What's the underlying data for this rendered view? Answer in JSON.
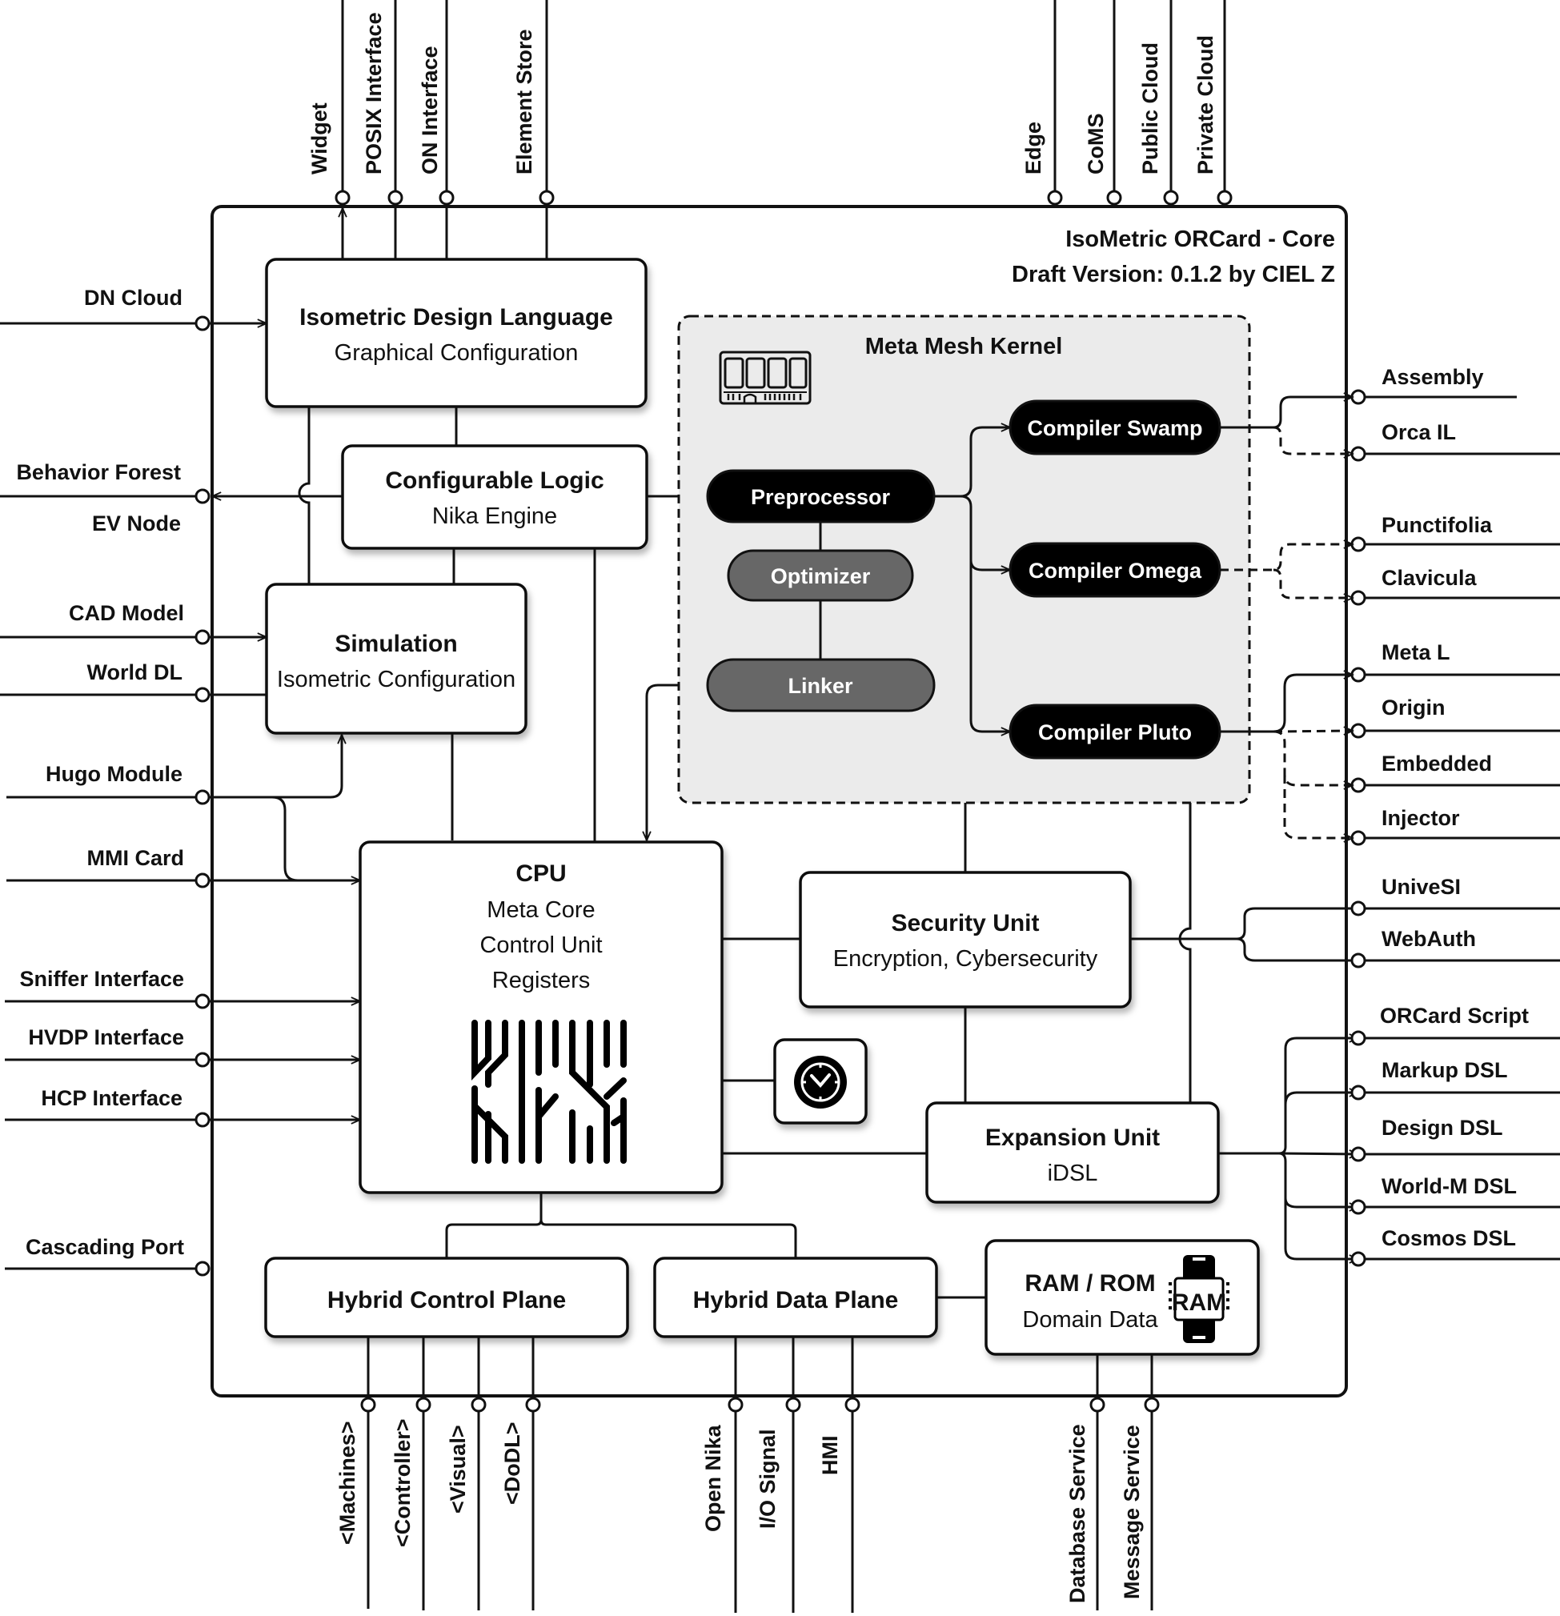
{
  "card": {
    "title": "IsoMetric ORCard - Core",
    "version": "Draft Version: 0.1.2 by CIEL Z"
  },
  "top_ports": [
    "Widget",
    "POSIX Interface",
    "ON Interface",
    "Element Store",
    "Edge",
    "CoMS",
    "Public Cloud",
    "Private Cloud"
  ],
  "left_ports": [
    "DN Cloud",
    "Behavior Forest",
    "EV Node",
    "CAD Model",
    "World DL",
    "Hugo Module",
    "MMI Card",
    "Sniffer Interface",
    "HVDP Interface",
    "HCP Interface",
    "Cascading Port"
  ],
  "right_ports": [
    "Assembly",
    "Orca IL",
    "Punctifolia",
    "Clavicula",
    "Meta L",
    "Origin",
    "Embedded",
    "Injector",
    "UniveSI",
    "WebAuth",
    "ORCard Script",
    "Markup DSL",
    "Design DSL",
    "World-M DSL",
    "Cosmos DSL"
  ],
  "bottom_ports": [
    "<Machines>",
    "<Controller>",
    "<Visual>",
    "<DoDL>",
    "Open Nika",
    "I/O Signal",
    "HMI",
    "Database Service",
    "Message Service"
  ],
  "blocks": {
    "idl": {
      "title": "Isometric Design Language",
      "subtitle": "Graphical Configuration"
    },
    "logic": {
      "title": "Configurable Logic",
      "subtitle": "Nika Engine"
    },
    "sim": {
      "title": "Simulation",
      "subtitle": "Isometric Configuration"
    },
    "cpu": {
      "title": "CPU",
      "lines": [
        "Meta Core",
        "Control Unit",
        "Registers"
      ]
    },
    "security": {
      "title": "Security Unit",
      "subtitle": "Encryption, Cybersecurity"
    },
    "expansion": {
      "title": "Expansion Unit",
      "subtitle": "iDSL"
    },
    "hcp": {
      "title": "Hybrid Control Plane"
    },
    "hdp": {
      "title": "Hybrid Data Plane"
    },
    "ram": {
      "title": "RAM / ROM",
      "subtitle": "Domain Data",
      "chip_label": "RAM"
    }
  },
  "kernel": {
    "title": "Meta Mesh Kernel",
    "nodes": {
      "preprocessor": "Preprocessor",
      "optimizer": "Optimizer",
      "linker": "Linker",
      "swamp": "Compiler Swamp",
      "omega": "Compiler Omega",
      "pluto": "Compiler Pluto"
    }
  },
  "colors": {
    "line": "#111111",
    "kernel_fill": "#ebebeb",
    "pill_dark": "#000000",
    "pill_grey": "#676767",
    "background": "#ffffff"
  },
  "icons": {
    "memory_module": "memory-module-icon",
    "clock": "clock-icon",
    "circuit": "circuit-pattern-icon",
    "ram_chip": "ram-chip-icon"
  }
}
